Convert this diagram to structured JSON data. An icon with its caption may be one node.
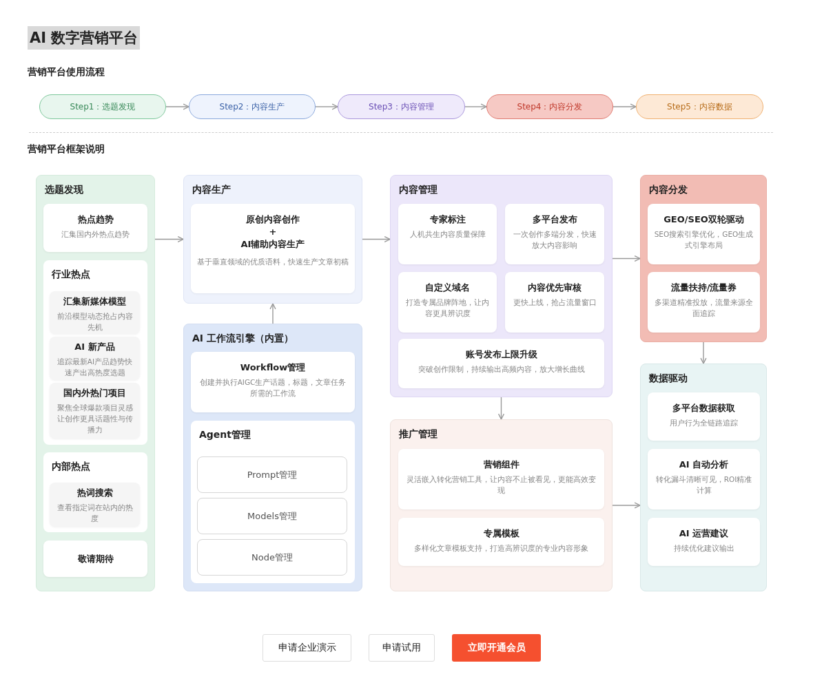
{
  "diagram": {
    "title": "AI 数字营销平台",
    "nodes": [
      {
        "text": [
          "Step1：选题发现"
        ]
      },
      {
        "text": [
          "Step2：内容生产"
        ]
      },
      {
        "text": [
          "Step3：内容管理"
        ]
      },
      {
        "text": [
          "Step4：内容分发"
        ]
      },
      {
        "text": [
          "Step5：内容数据"
        ]
      },
      {
        "text": [
          "选题发现"
        ]
      },
      {
        "text": [
          "热点趋势",
          "汇集国内外热点趋势"
        ],
        "in": 5
      },
      {
        "text": [
          "行业热点"
        ],
        "in": 5
      },
      {
        "text": [
          "汇集新媒体模型",
          "前沿模型动态抢占内容先机"
        ],
        "in": 7
      },
      {
        "text": [
          "AI 新产品",
          "追踪最新AI产品趋势快速产出高热度选题"
        ],
        "in": 7
      },
      {
        "text": [
          "国内外热门项目",
          "聚焦全球爆款项目灵感让创作更具话题性与传播力"
        ],
        "in": 7
      },
      {
        "text": [
          "内部热点"
        ],
        "in": 5
      },
      {
        "text": [
          "热词搜索",
          "查看指定词在站内的热度"
        ],
        "in": 11
      },
      {
        "text": [
          "敬请期待"
        ],
        "in": 5
      },
      {
        "text": [
          "内容生产"
        ]
      },
      {
        "text": [
          "原创内容创作",
          "+",
          "AI辅助内容生产",
          "基于垂直领域的优质语料，快速生产文章初稿"
        ],
        "in": 14
      },
      {
        "text": [
          "AI 工作流引擎（内置）"
        ]
      },
      {
        "text": [
          "Workflow管理",
          "创建并执行AIGC生产话题，标题，文章任务所需的工作流"
        ],
        "in": 16
      },
      {
        "text": [
          "Agent管理"
        ],
        "in": 16
      },
      {
        "text": [
          "Prompt管理"
        ],
        "in": 18
      },
      {
        "text": [
          "Models管理"
        ],
        "in": 18
      },
      {
        "text": [
          "Node管理"
        ],
        "in": 18
      },
      {
        "text": [
          "内容管理"
        ]
      },
      {
        "text": [
          "专家标注",
          "人机共生内容质量保障"
        ],
        "in": 22
      },
      {
        "text": [
          "多平台发布",
          "一次创作多端分发，快速放大内容影响"
        ],
        "in": 22
      },
      {
        "text": [
          "自定义域名",
          "打造专属品牌阵地，让内容更具辨识度"
        ],
        "in": 22
      },
      {
        "text": [
          "内容优先审核",
          "更快上线，抢占流量窗口"
        ],
        "in": 22
      },
      {
        "text": [
          "账号发布上限升级",
          "突破创作限制，持续输出高频内容，放大增长曲线"
        ],
        "in": 22
      },
      {
        "text": [
          "推广管理"
        ]
      },
      {
        "text": [
          "营销组件",
          "灵活嵌入转化营销工具，让内容不止被看见，更能高效变现"
        ],
        "in": 28
      },
      {
        "text": [
          "专属模板",
          "多样化文章模板支持，打造高辨识度的专业内容形象"
        ],
        "in": 28
      },
      {
        "text": [
          "内容分发"
        ]
      },
      {
        "text": [
          "GEO/SEO双轮驱动",
          "SEO搜索引擎优化，GEO生成式引擎布局"
        ],
        "in": 31
      },
      {
        "text": [
          "流量扶持/流量券",
          "多渠道精准投放，流量来源全面追踪"
        ],
        "in": 31
      },
      {
        "text": [
          "数据驱动"
        ]
      },
      {
        "text": [
          "多平台数据获取",
          "用户行为全链路追踪"
        ],
        "in": 34
      },
      {
        "text": [
          "AI 自动分析",
          "转化漏斗清晰可见，ROI精准计算"
        ],
        "in": 34
      },
      {
        "text": [
          "AI 运营建议",
          "持续优化建议输出"
        ],
        "in": 34
      },
      {
        "text": [
          "申请企业演示"
        ]
      },
      {
        "text": [
          "申请试用"
        ]
      },
      {
        "text": [
          "立即开通会员"
        ]
      }
    ],
    "edges": [
      {
        "from": 0,
        "to": 1,
        "arrow": "to"
      },
      {
        "from": 1,
        "to": 2,
        "arrow": "to"
      },
      {
        "from": 2,
        "to": 3,
        "arrow": "to"
      },
      {
        "from": 3,
        "to": 4,
        "arrow": "to"
      },
      {
        "from": 5,
        "to": 14,
        "arrow": "to"
      },
      {
        "from": 16,
        "to": 14,
        "arrow": "to"
      },
      {
        "from": 14,
        "to": 22,
        "arrow": "to"
      },
      {
        "from": 22,
        "to": 31,
        "arrow": "to"
      },
      {
        "from": 22,
        "to": 28,
        "arrow": "to"
      },
      {
        "from": 31,
        "to": 34,
        "arrow": "to"
      },
      {
        "from": 28,
        "to": 34,
        "arrow": "to"
      }
    ],
    "labels": [
      "营销平台使用流程",
      "营销平台框架说明"
    ]
  }
}
